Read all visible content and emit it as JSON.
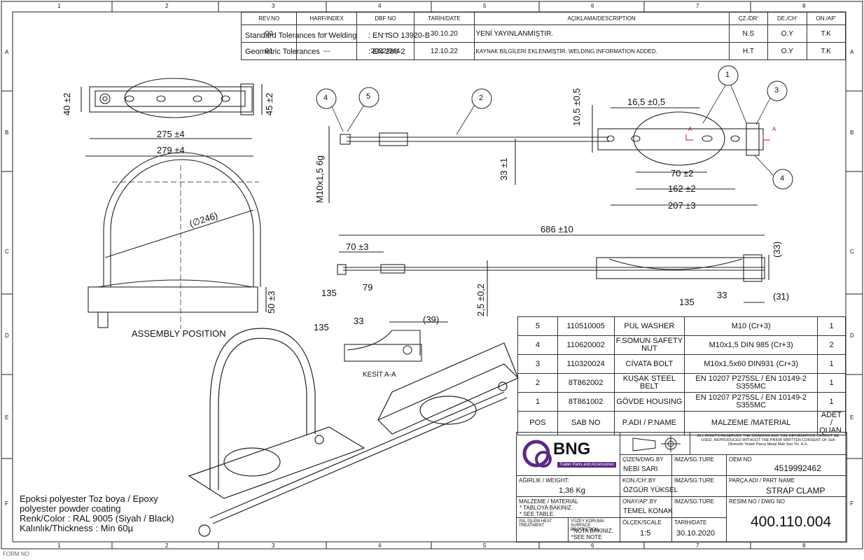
{
  "frame": {
    "col_labels": [
      "1",
      "2",
      "3",
      "4",
      "5",
      "6",
      "7",
      "8"
    ],
    "row_labels": [
      "A",
      "B",
      "C",
      "D",
      "E",
      "F"
    ],
    "form_no": "FORM NO"
  },
  "tolerances": {
    "welding_label": "Standard Tolerances for Welding",
    "welding_value": ": EN ISO 13920-B",
    "geometric_label": "Geometric Tolerances",
    "geometric_value": ": EN 286-2"
  },
  "revisions": {
    "headers": [
      "REV.NO",
      "HARF/INDEX",
      "DBF NO",
      "TARİH/DATE",
      "AÇIKLAMA/DESCRIPTION",
      "ÇZ./DR'",
      "DE./CH'",
      "ON./AP'"
    ],
    "rows": [
      [
        "00",
        "---",
        "---",
        "30.10.20",
        "YENİ YAYINLANMIŞTIR.",
        "N.S",
        "O.Y",
        "T.K"
      ],
      [
        "01",
        "---",
        "2022/044",
        "12.10.22",
        "KAYNAK BİLGİLERİ EKLENMİŞTİR. WELDING INFORMATION ADDED.",
        "H.T",
        "O.Y",
        "T.K"
      ]
    ]
  },
  "dimensions": {
    "d_40": "40 ±2",
    "d_45": "45 ±2",
    "d_275": "275 ±4",
    "d_279": "279 ±4",
    "d_246": "(∅246)",
    "d_50": "50 ±3",
    "d_16_5": "16,5 ±0,5",
    "d_10_5": "10,5 ±0,5",
    "d_33": "33 ±1",
    "d_m10": "M10x1,5 6g",
    "d_70": "70 ±2",
    "d_162": "162 ±2",
    "d_207": "207 ±3",
    "d_686": "686 ±10",
    "d_70_3": "70 ±3",
    "d_2_5": "2,5 ±0,2",
    "d_33p": "(33)",
    "d_31p": "(31)",
    "d_39p": "(39)",
    "weld_135": "135",
    "weld_79": "79",
    "weld_33": "33",
    "section_a": "A"
  },
  "balloons": [
    "1",
    "2",
    "3",
    "4",
    "5"
  ],
  "labels": {
    "assembly": "ASSEMBLY POSITION",
    "section": "KESİT A-A"
  },
  "notes": {
    "line1": "Epoksi polyester Toz boya / Epoxy",
    "line2": "polyester powder coating",
    "line3": "Renk/Color : RAL 9005 (Siyah / Black)",
    "line4": "Kalınlık/Thickness : Min 60µ"
  },
  "bom": {
    "rows": [
      [
        "5",
        "110510005",
        "PUL WASHER",
        "M10 (Cr+3)",
        "1"
      ],
      [
        "4",
        "110620002",
        "F.SOMUN SAFETY NUT",
        "M10x1,5 DIN 985 (Cr+3)",
        "2"
      ],
      [
        "3",
        "110320024",
        "CİVATA BOLT",
        "M10x1,5x60 DIN931 (Cr+3)",
        "1"
      ],
      [
        "2",
        "8T862002",
        "KUŞAK STEEL BELT",
        "EN 10207 P275SL / EN 10149-2 S355MC",
        "1"
      ],
      [
        "1",
        "8T861002",
        "GÖVDE HOUSING",
        "EN 10207 P275SL / EN 10149-2 S355MC",
        "1"
      ]
    ],
    "header": [
      "POS",
      "SAB NO",
      "P.ADI / P.NAME",
      "MALZEME /MATERIAL",
      "ADET / QUAN."
    ]
  },
  "title_block": {
    "rights": "ALL RIGHTS RESERVED THE DRAWING AND THE INFORMATION CANNOT BE USED, REPRODUCED WITHOUT THE PRIOR WRITTEN CONSENT OF Sah Otomotiv Yedek Parca Metal Mak San.Tic. A.S.",
    "logo": "BNG",
    "logo_sub": "Trailer Parts and Accessories",
    "drawn_by_lbl": "ÇİZEN/DWG.BY",
    "drawn_by": "NEBİ SARI",
    "checked_by_lbl": "KON./CH'.BY",
    "checked_by": "ÖZGÜR YÜKSEL",
    "approved_by_lbl": "ONAY/AP'.BY",
    "approved_by": "TEMEL KONAK",
    "sign_lbl": "İMZA/SG.TURE",
    "oem_lbl": "OEM NO",
    "oem": "4519992462",
    "part_lbl": "PARÇA ADI / PART NAME",
    "part": "STRAP CLAMP",
    "dwg_lbl": "RESİM NO / DWG NO",
    "dwg": "400.110.004",
    "weight_lbl": "AĞIRLIK / WEIGHT:",
    "weight": "1,36 Kg",
    "material_lbl": "MALZEME / MATERIAL",
    "material_1": "* TABLOYA BAKINIZ.",
    "material_2": "* SEE TABLE.",
    "heat_lbl": "ISIL İŞLEM HEAT TREATMENT",
    "surface_lbl": "YÜZEY KORUMA SURFACE PROTECTION",
    "surface_1": "*NOTA BAKINIZ.",
    "surface_2": "*SEE NOTE",
    "scale_lbl": "ÖLÇEK/SCALE",
    "scale": "1:5",
    "date_lbl": "TARİH/DATE",
    "date": "30.10.2020"
  }
}
